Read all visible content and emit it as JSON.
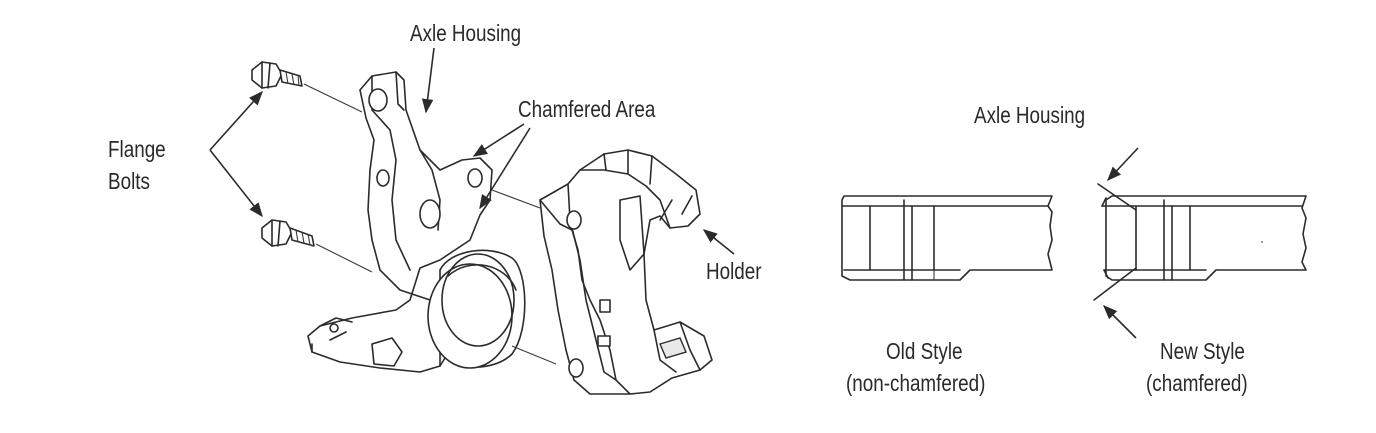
{
  "labels": {
    "axle_housing_left": "Axle Housing",
    "chamfered_area": "Chamfered Area",
    "flange_bolts_line1": "Flange",
    "flange_bolts_line2": "Bolts",
    "holder": "Holder",
    "axle_housing_right": "Axle Housing",
    "old_style_line1": "Old Style",
    "old_style_line2": "(non-chamfered)",
    "new_style_line1": "New Style",
    "new_style_line2": "(chamfered)"
  }
}
